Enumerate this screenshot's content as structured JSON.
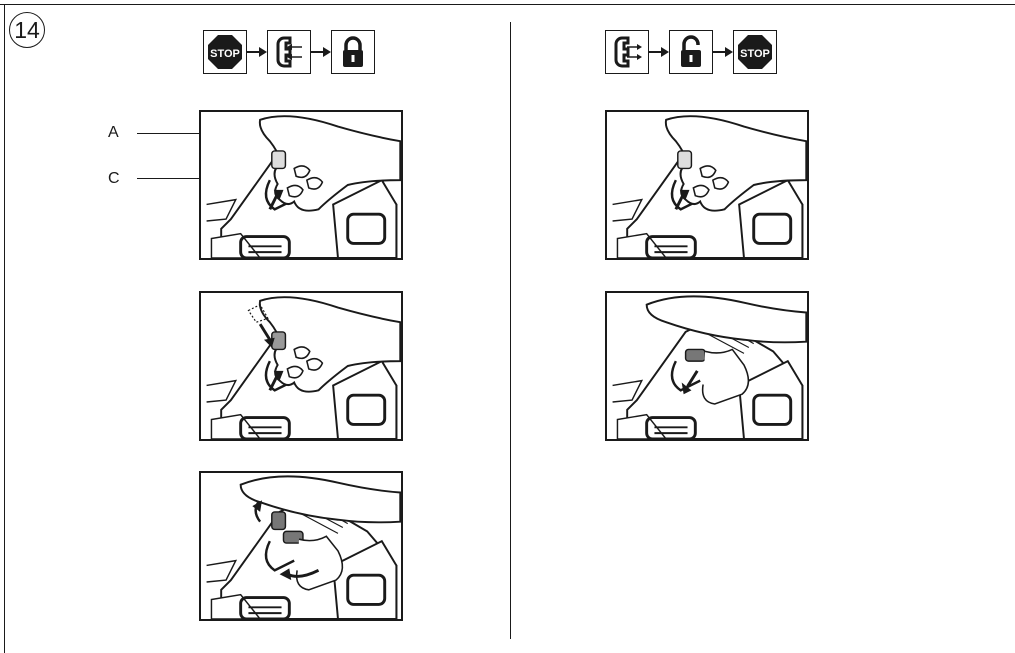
{
  "figure_number": "14",
  "callouts": {
    "a": "A",
    "c": "C"
  },
  "stop_text": "STOP",
  "left_sequence": [
    "stop-icon",
    "battery-removal-icon",
    "locked-padlock-icon"
  ],
  "right_sequence": [
    "battery-insertion-icon",
    "unlocked-padlock-icon",
    "stop-icon"
  ],
  "left_steps": [
    "trigger-press",
    "lock-off-press",
    "battery-release"
  ],
  "right_steps": [
    "trigger-press",
    "battery-release"
  ]
}
